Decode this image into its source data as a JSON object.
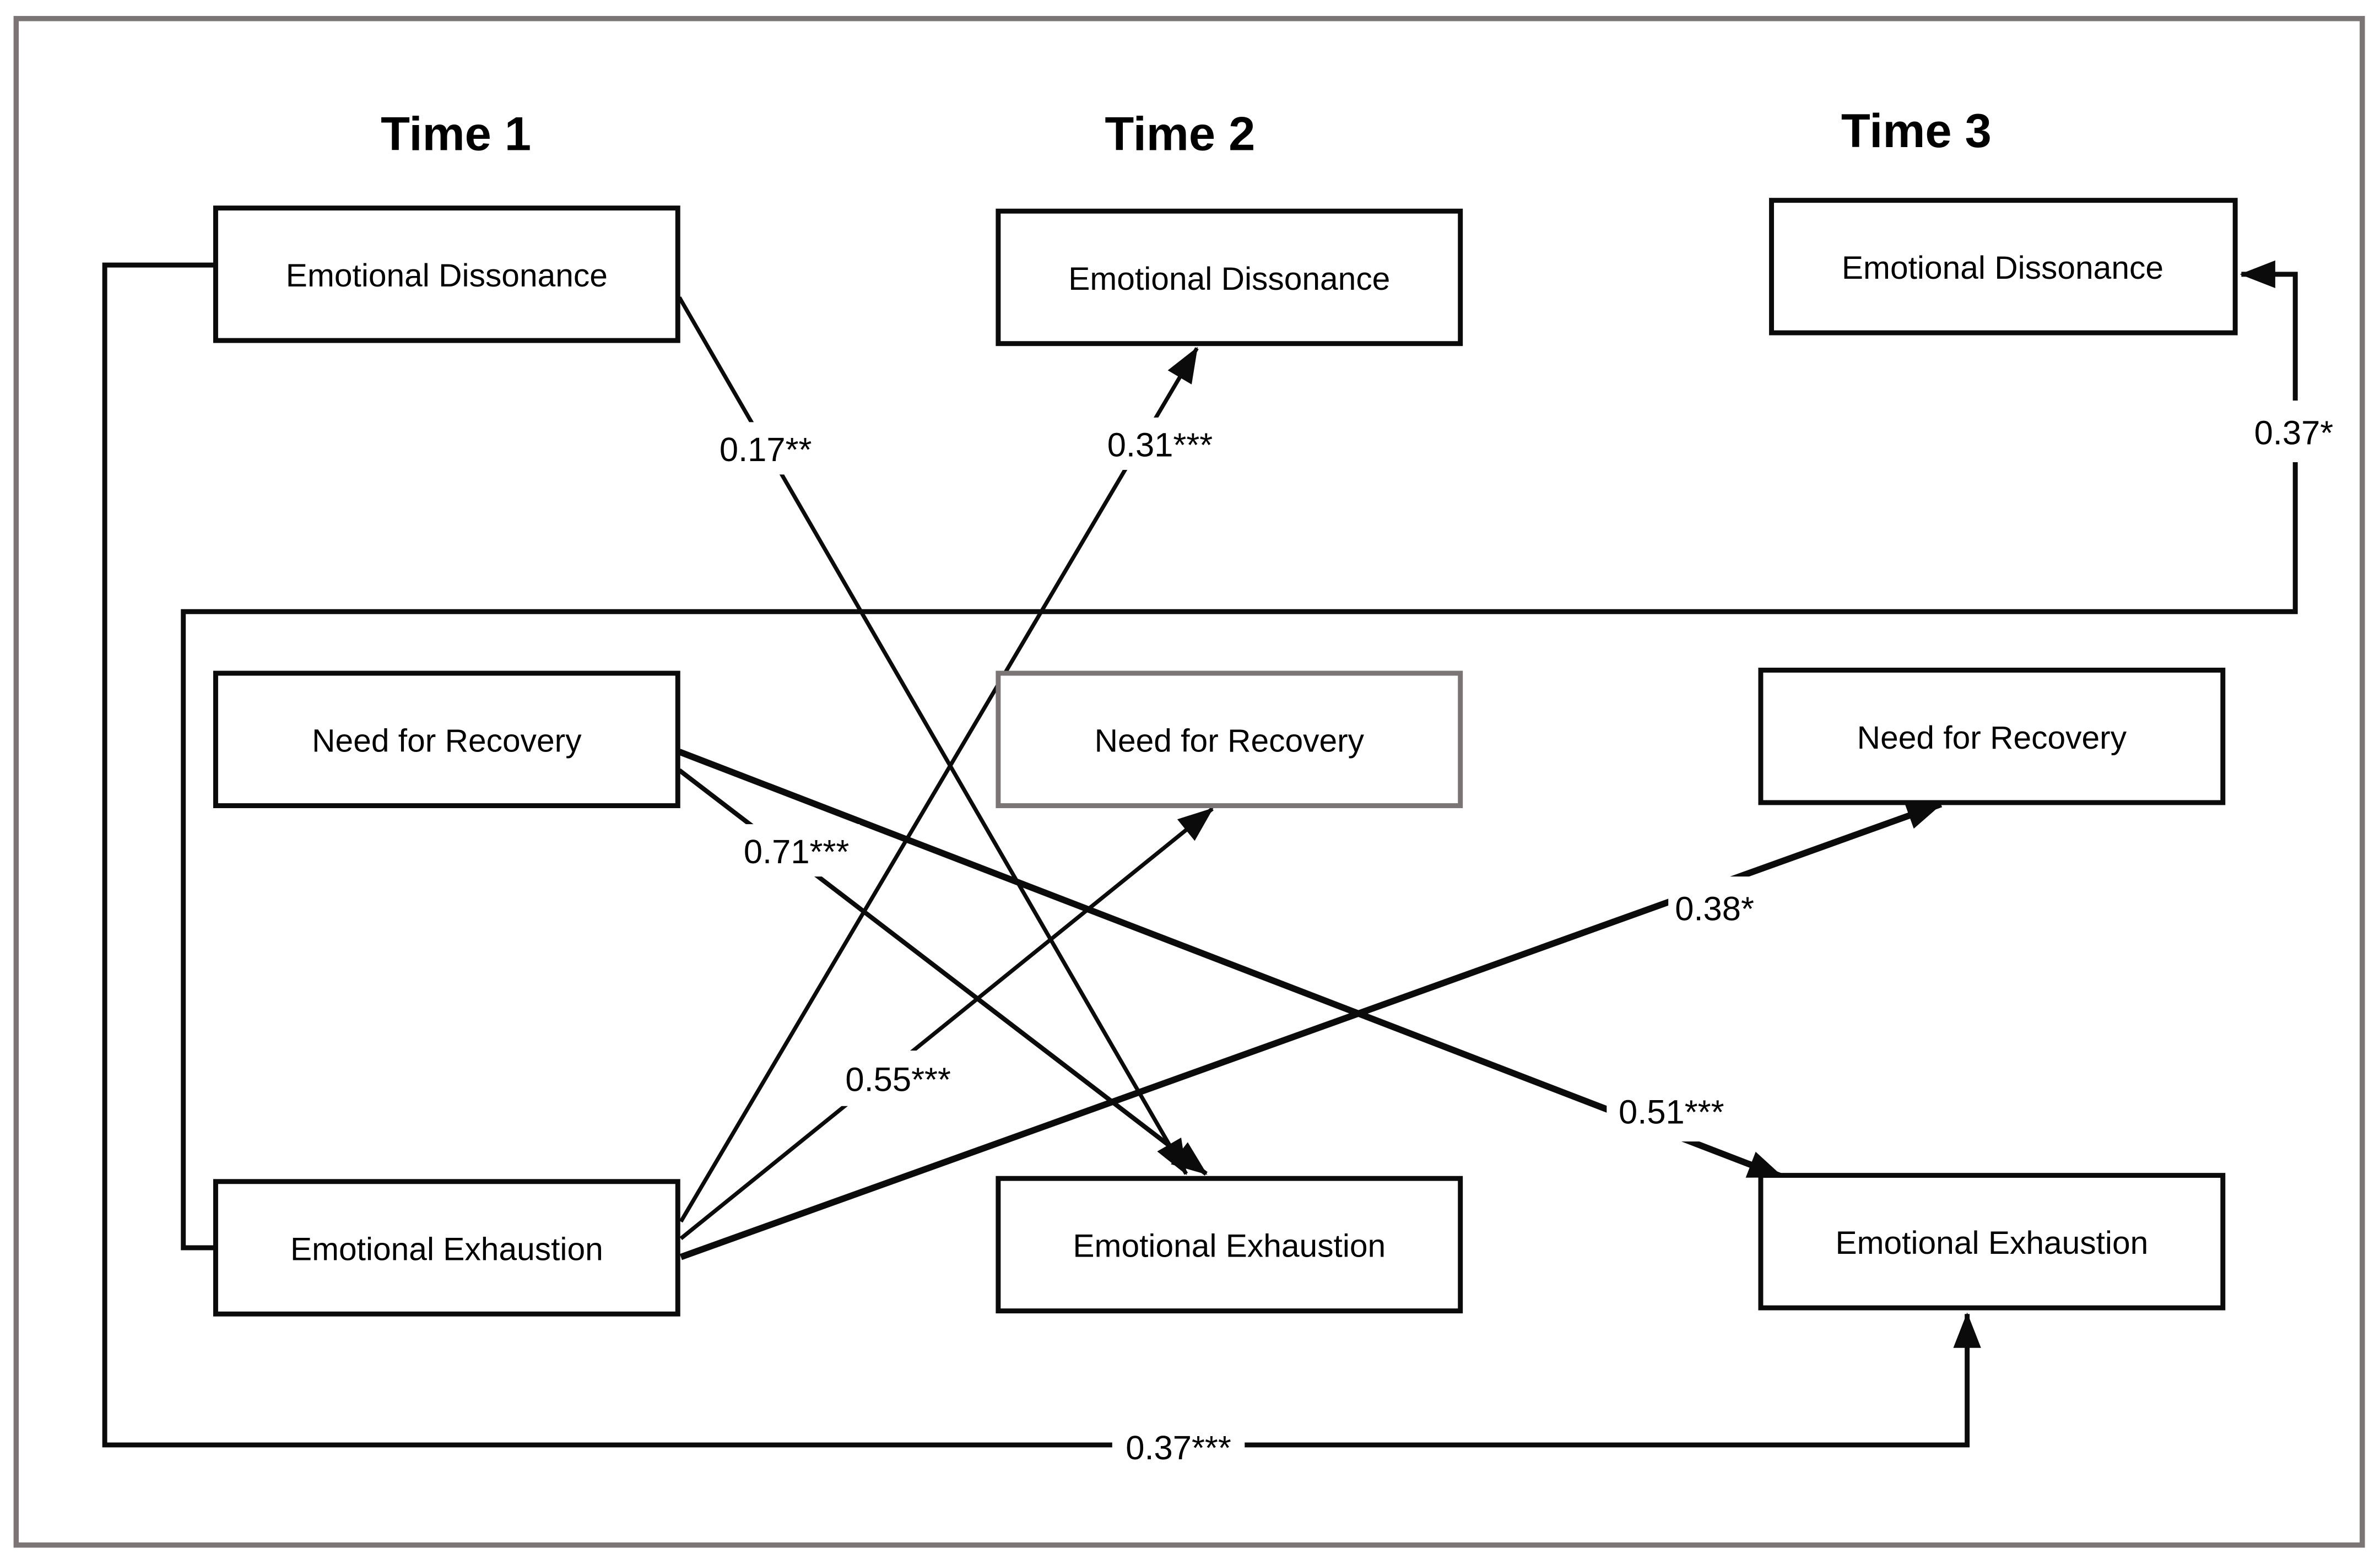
{
  "diagram": {
    "type": "cross-lagged-panel-path-model",
    "background": "#ffffff",
    "colors": {
      "line": "#0b0b0b",
      "box_border": "#0b0b0b",
      "highlight_box_border": "#7b7575",
      "frame_border": "#7b7575",
      "text": "#000000"
    },
    "columns": [
      {
        "label": "Time 1"
      },
      {
        "label": "Time 2"
      },
      {
        "label": "Time 3"
      }
    ],
    "boxes": [
      {
        "id": "ed-t1",
        "time": "Time 1",
        "label": "Emotional Dissonance"
      },
      {
        "id": "ed-t2",
        "time": "Time 2",
        "label": "Emotional Dissonance"
      },
      {
        "id": "ed-t3",
        "time": "Time 3",
        "label": "Emotional Dissonance"
      },
      {
        "id": "nfr-t1",
        "time": "Time 1",
        "label": "Need for Recovery"
      },
      {
        "id": "nfr-t2",
        "time": "Time 2",
        "label": "Need for Recovery"
      },
      {
        "id": "nfr-t3",
        "time": "Time 3",
        "label": "Need for Recovery"
      },
      {
        "id": "ee-t1",
        "time": "Time 1",
        "label": "Emotional Exhaustion"
      },
      {
        "id": "ee-t2",
        "time": "Time 2",
        "label": "Emotional Exhaustion"
      },
      {
        "id": "ee-t3",
        "time": "Time 3",
        "label": "Emotional Exhaustion"
      }
    ],
    "paths": [
      {
        "from": "ed-t1",
        "to": "ee-t2",
        "coefficient": "0.17**"
      },
      {
        "from": "ee-t1",
        "to": "ed-t2",
        "coefficient": "0.31***"
      },
      {
        "from": "nfr-t1",
        "to": "ee-t2",
        "coefficient": "0.71***"
      },
      {
        "from": "ee-t1",
        "to": "nfr-t2",
        "coefficient": "0.55***"
      },
      {
        "from": "ee-t1",
        "to": "nfr-t3",
        "coefficient": "0.38*"
      },
      {
        "from": "nfr-t1",
        "to": "ee-t3",
        "coefficient": "0.51***"
      },
      {
        "from": "ee-t1",
        "to": "ed-t3",
        "coefficient": "0.37*"
      },
      {
        "from": "ed-t1",
        "to": "ee-t3",
        "coefficient": "0.37***"
      }
    ]
  }
}
